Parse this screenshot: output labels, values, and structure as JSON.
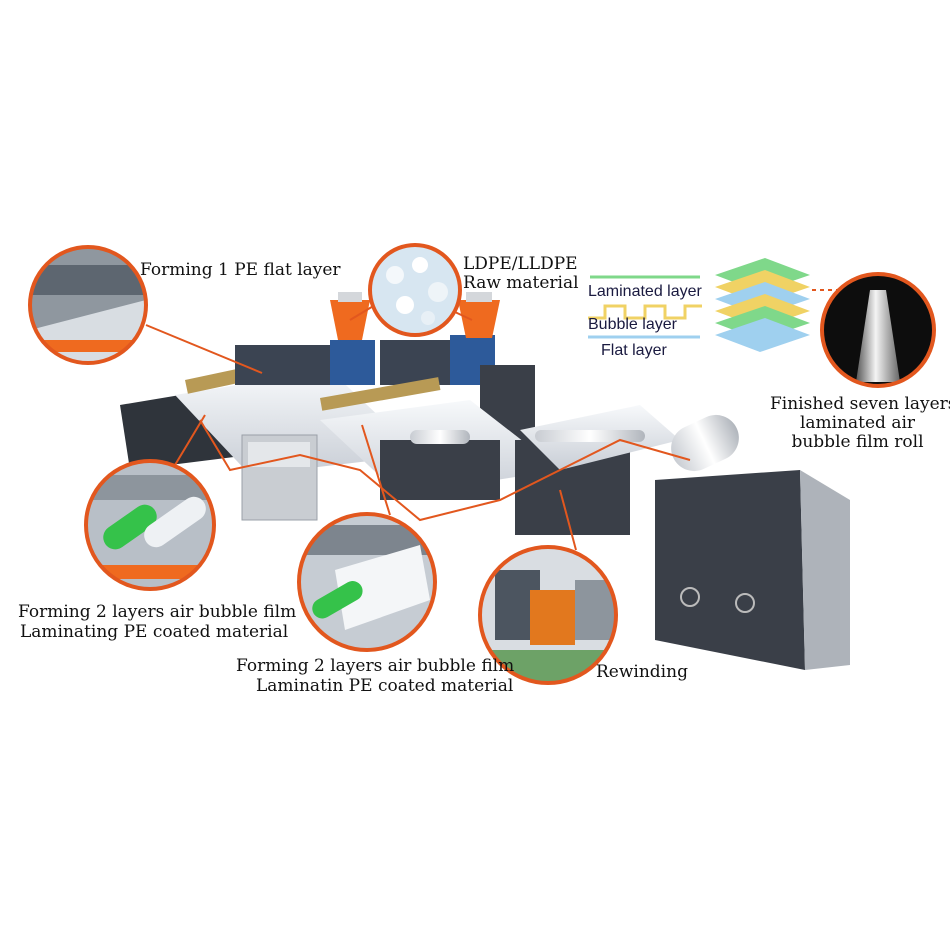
{
  "labels": {
    "forming_flat": "Forming 1 PE flat layer",
    "raw_material_1": "LDPE/LLDPE",
    "raw_material_2": "Raw material",
    "finished_1": "Finished seven layers",
    "finished_2": "laminated air",
    "finished_3": "bubble film roll",
    "forming_a_1": "Forming 2 layers air bubble film",
    "forming_a_2": "Laminating PE coated material",
    "forming_b_1": "Forming 2 layers air bubble film",
    "forming_b_2": "Laminatin PE coated material",
    "rewinding": "Rewinding"
  },
  "legend": {
    "laminated": "Laminated layer",
    "bubble": "Bubble layer",
    "flat": "Flat layer"
  },
  "colors": {
    "accent_orange": "#e2571e",
    "machine_dark": "#3a3f48",
    "frame_grey": "#9aa0a8",
    "film_white": "#eef1f4",
    "layer_green": "#7fd88a",
    "layer_yellow": "#f0d264",
    "layer_blue": "#9fd0ef"
  }
}
